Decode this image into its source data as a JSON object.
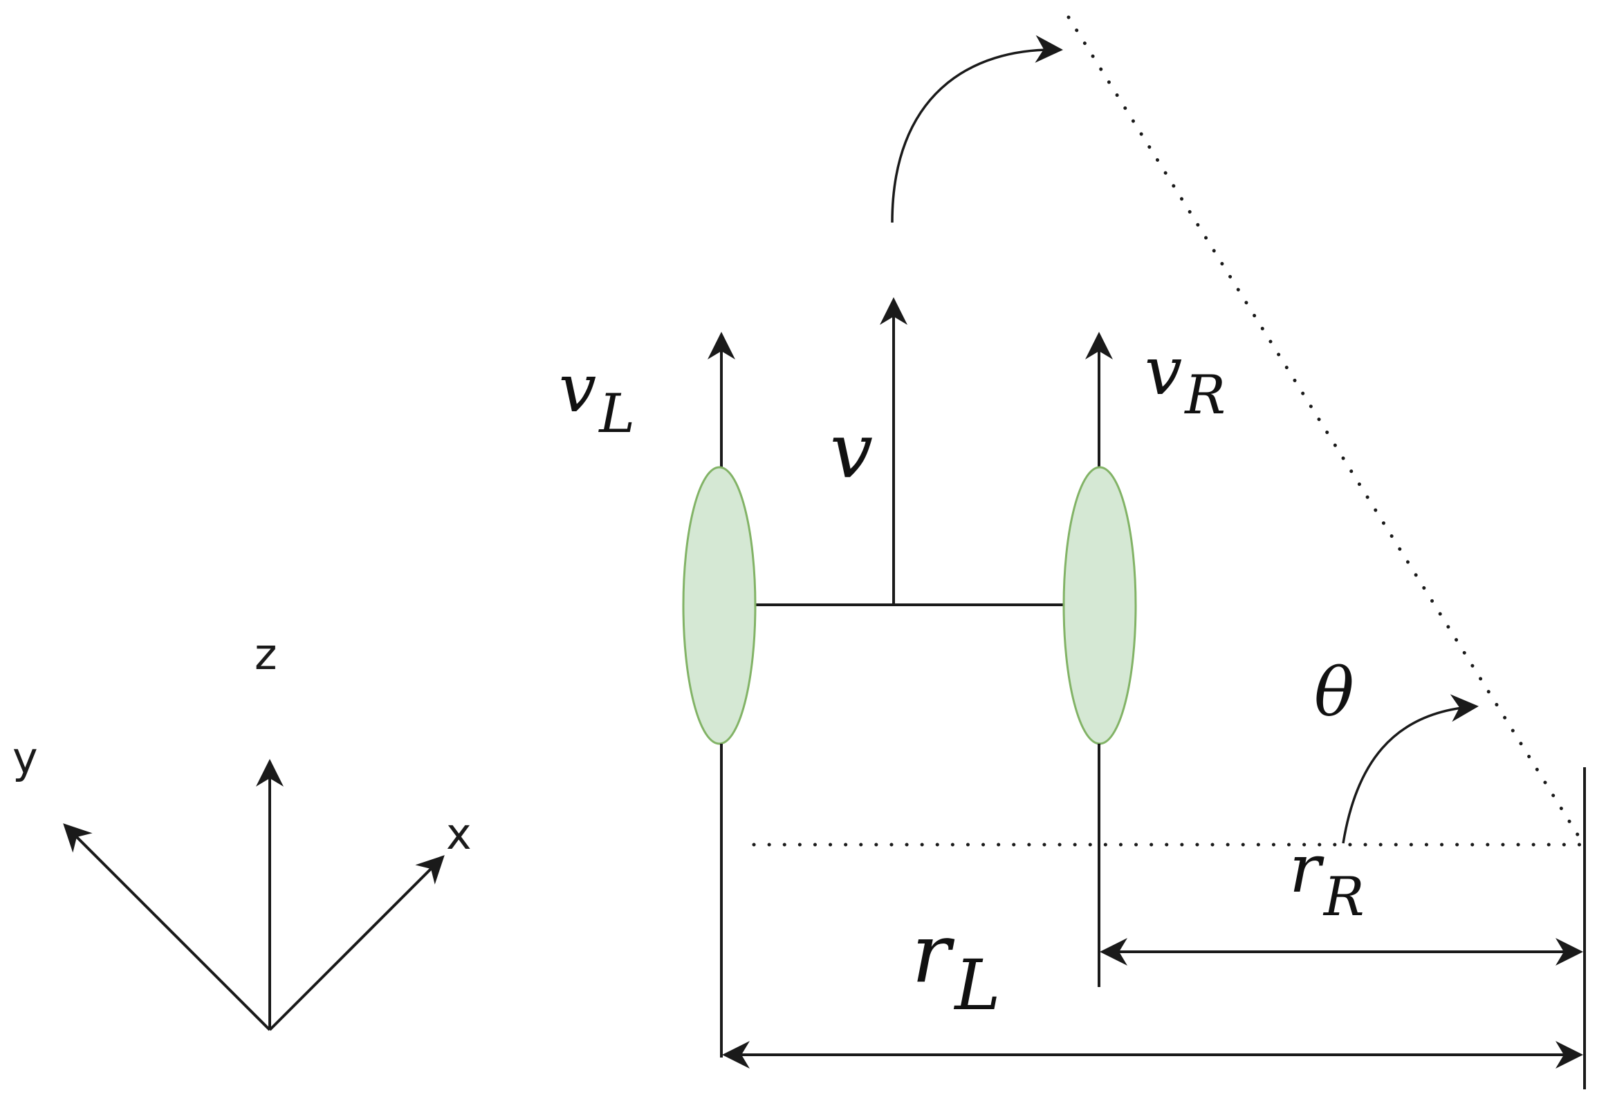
{
  "axes": {
    "x_label": "x",
    "y_label": "y",
    "z_label": "z"
  },
  "labels": {
    "v": "v",
    "vL_main": "v",
    "vL_sub": "L",
    "vR_main": "v",
    "vR_sub": "R",
    "theta": "θ",
    "rR_main": "r",
    "rR_sub": "R",
    "rL_main": "r",
    "rL_sub": "L"
  },
  "colors": {
    "wheel_fill": "#d5e8d4",
    "wheel_stroke": "#82b366",
    "ink": "#1a1a1a"
  }
}
